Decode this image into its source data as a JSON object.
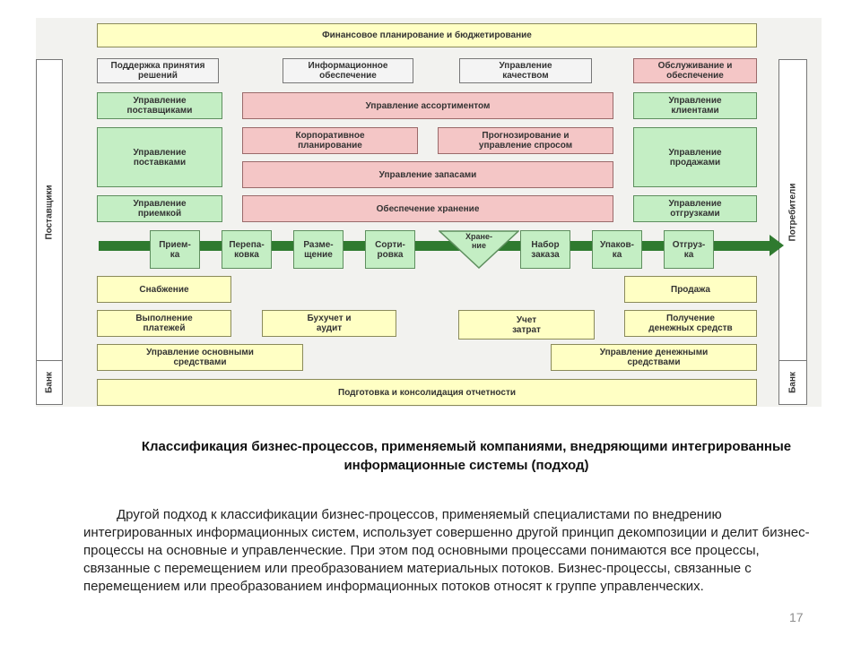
{
  "diagram": {
    "top_bar": "Финансовое планирование и бюджетирование",
    "row1": [
      "Поддержка принятия\nрешений",
      "Информационное\nобеспечение",
      "Управление\nкачеством",
      "Обслуживание и\nобеспечение"
    ],
    "left": {
      "suppliers_mgmt": "Управление\nпоставщиками",
      "deliveries_mgmt": "Управление\nпоставками",
      "receiving_mgmt": "Управление\nприемкой"
    },
    "right": {
      "clients_mgmt": "Управление\nклиентами",
      "sales_mgmt": "Управление\nпродажами",
      "shipping_mgmt": "Управление\nотгрузками"
    },
    "center": {
      "assortment": "Управление ассортиментом",
      "corporate_planning": "Корпоративное\nпланирование",
      "forecasting": "Прогнозирование и\nуправление спросом",
      "inventory": "Управление запасами",
      "storage": "Обеспечение хранение"
    },
    "flow": [
      "Прием-\nка",
      "Перепа-\nковка",
      "Разме-\nщение",
      "Сорти-\nровка",
      "Набор\nзаказа",
      "Упаков-\nка",
      "Отгруз-\nка"
    ],
    "flow_storage": "Хране-\nние",
    "bottom": {
      "supply": "Снабжение",
      "sales": "Продажа",
      "payments": "Выполнение\nплатежей",
      "accounting": "Бухучет и\nаудит",
      "cost_accounting": "Учет\nзатрат",
      "receiving_funds": "Получение\nденежных средств",
      "fixed_assets": "Управление основными\nсредствами",
      "cash_mgmt": "Управление денежными\nсредствами",
      "reporting": "Подготовка и консолидация отчетности"
    },
    "side_left": "Поставщики",
    "side_right": "Потребители",
    "bank_left": "Банк",
    "bank_right": "Банк",
    "colors": {
      "yellow": "#ffffc4",
      "pink": "#f4c6c6",
      "green": "#c4eec4",
      "arrow": "#2f7a2f"
    }
  },
  "title": "Классификация бизнес-процессов, применяемый компаниями, внедряющими интегрированные информационные системы (подход)",
  "paragraph": "Другой подход к классификации бизнес-процессов, применяемый специалистами по внедрению интегрированных информационных систем, использует совершенно другой принцип декомпозиции и делит бизнес-процессы на основные и управленческие. При этом под основными процессами понимаются все процессы, связанные с перемещением или преобразованием материальных потоков. Бизнес-процессы, связанные с перемещением или преобразованием информационных потоков относят к группе управленческих.",
  "page_number": "17"
}
